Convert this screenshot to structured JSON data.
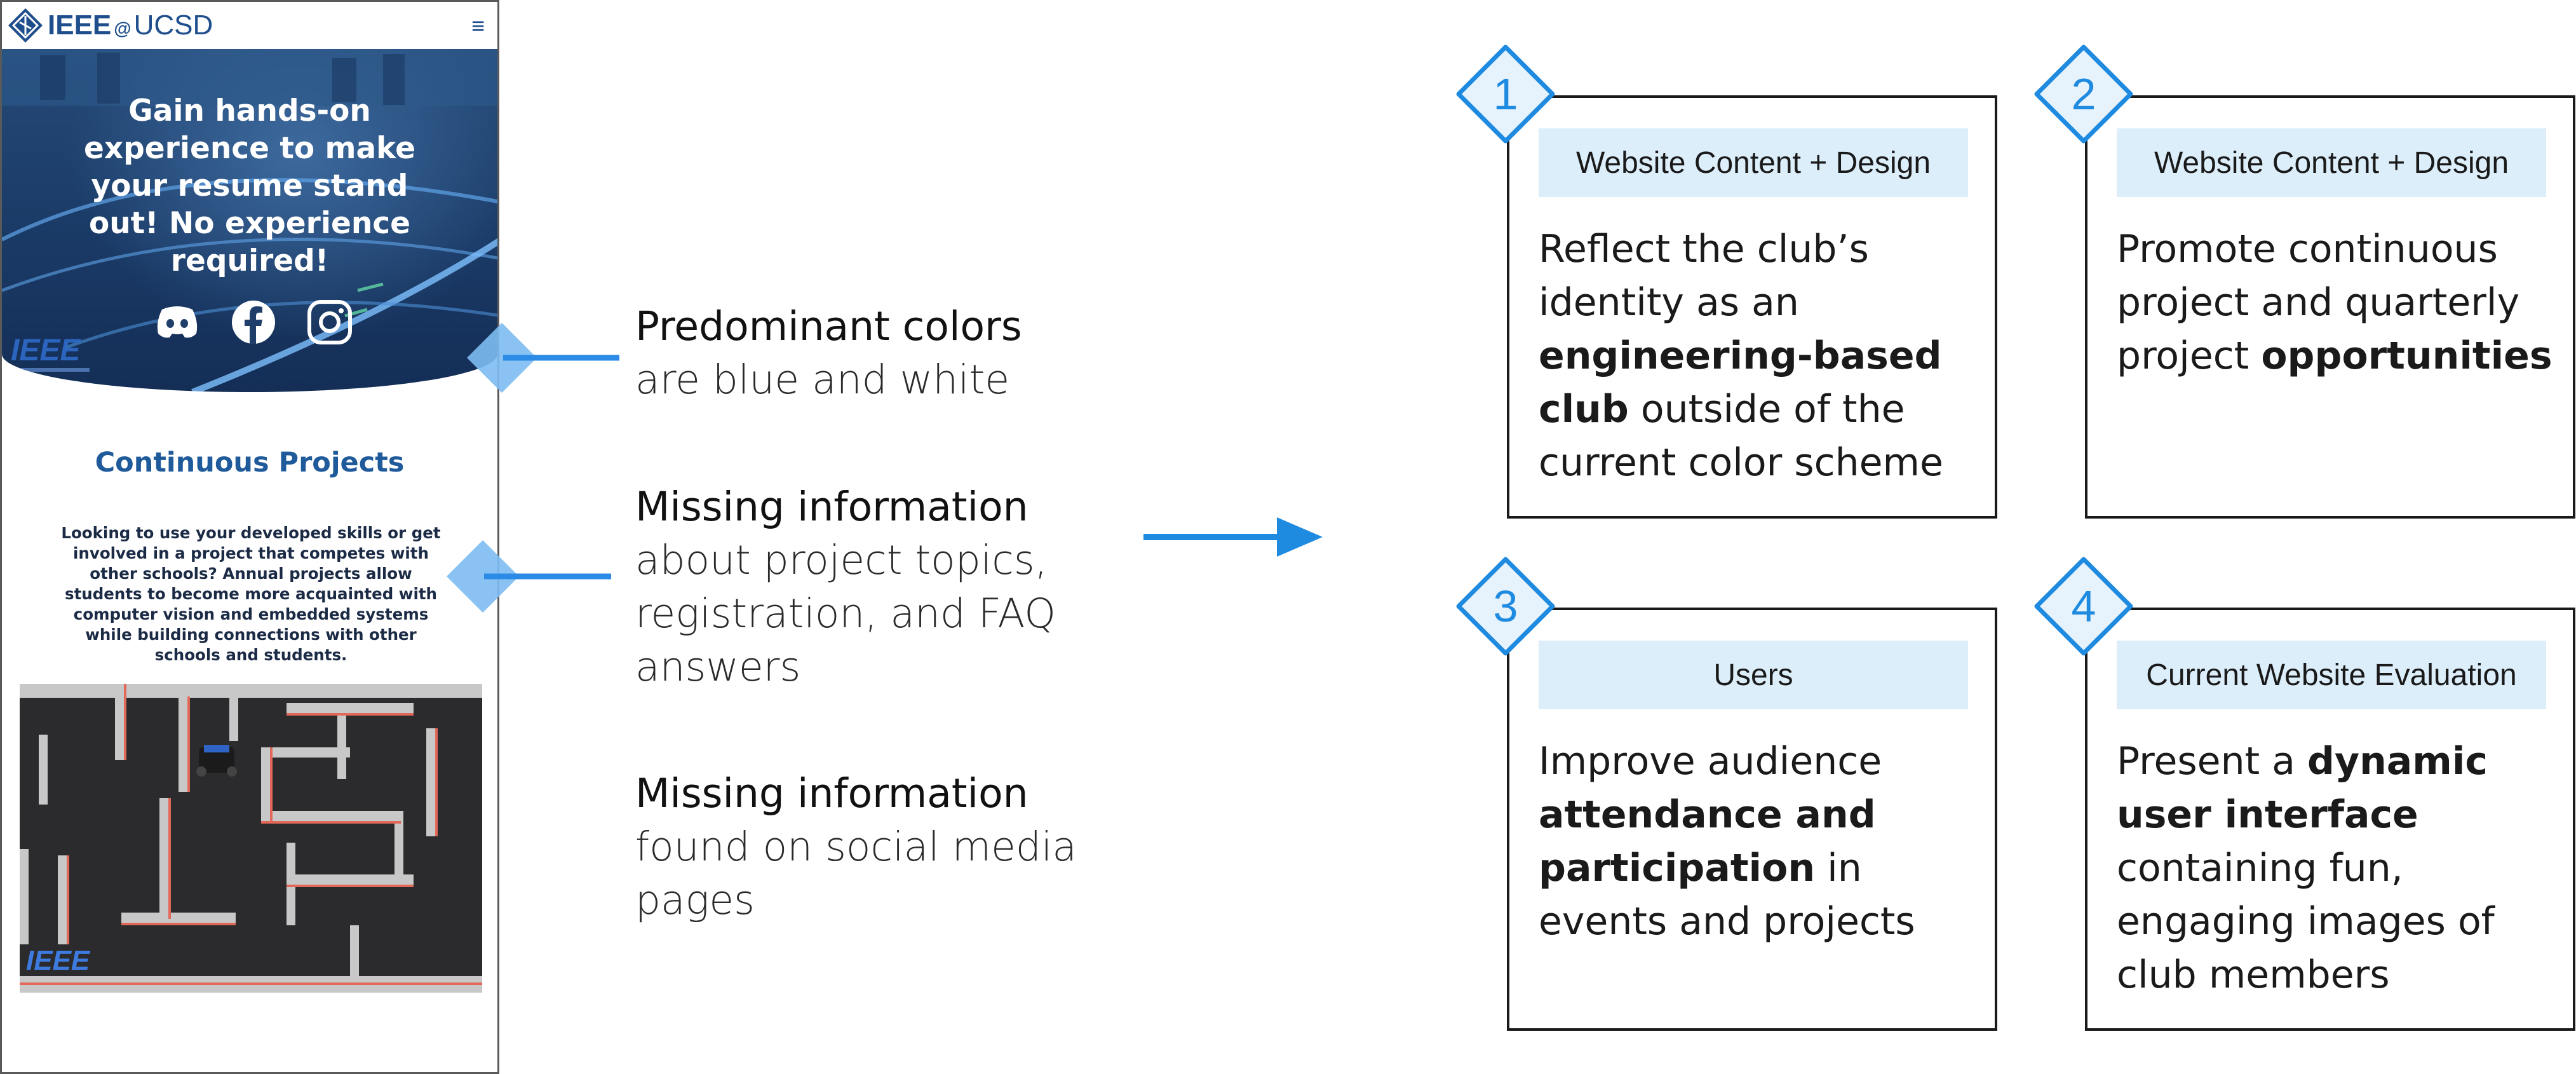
{
  "phone": {
    "brand_ieee": "IEEE",
    "brand_at": "@",
    "brand_ucsd": "UCSD",
    "menu_icon": "hamburger-icon",
    "hero_heading": "Gain hands-on experience to make your resume stand out! No experience required!",
    "social_icons": [
      "discord-icon",
      "facebook-icon",
      "instagram-icon"
    ],
    "continuous_projects_title": "Continuous Projects",
    "continuous_projects_body": "Looking to use your developed skills or get involved in a project that competes with other schools? Annual projects allow students to become more acquainted with computer vision and embedded systems while building connections with other schools and students."
  },
  "annotations": [
    {
      "lead": "Predominant colors",
      "rest": "are blue and white"
    },
    {
      "lead": "Missing information",
      "rest": "about project topics, registration, and FAQ answers"
    },
    {
      "lead": "Missing information",
      "rest": "found on social media pages"
    }
  ],
  "cards": [
    {
      "number": "1",
      "tag": "Website Content + Design",
      "desc_parts": [
        "Reflect the club’s identity as an ",
        "engineering-based club",
        " outside of the current color scheme"
      ]
    },
    {
      "number": "2",
      "tag": "Website Content + Design",
      "desc_parts": [
        "Promote continuous project and quarterly project ",
        "opportunities",
        ""
      ]
    },
    {
      "number": "3",
      "tag": "Users",
      "desc_parts": [
        "Improve audience ",
        "attendance and participation",
        " in events and projects"
      ]
    },
    {
      "number": "4",
      "tag": "Current Website Evaluation",
      "desc_parts": [
        "Present a ",
        "dynamic user interface",
        " containing fun, engaging images of club members"
      ]
    }
  ],
  "colors": {
    "accent_blue": "#1e8ae0",
    "light_blue": "#ddeefb",
    "brand_navy": "#1f4e8c",
    "connector_blue": "#2b8be6"
  }
}
